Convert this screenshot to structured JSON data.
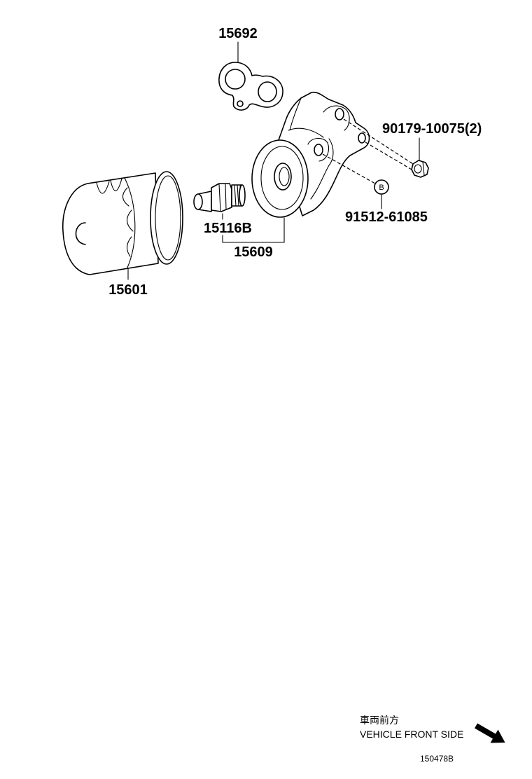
{
  "callouts": {
    "gasket": "15692",
    "bolt": "90179-10075(2)",
    "fastener_b": "91512-61085",
    "union_bolt": "15116B",
    "bracket": "15609",
    "filter": "15601",
    "marker_b": "B"
  },
  "direction": {
    "label_jp": "車両前方",
    "label_en": "VEHICLE FRONT SIDE",
    "arrow_icon": "arrow-down-right-icon"
  },
  "figure_code": "150478B",
  "colors": {
    "line": "#000000",
    "background": "#ffffff"
  }
}
